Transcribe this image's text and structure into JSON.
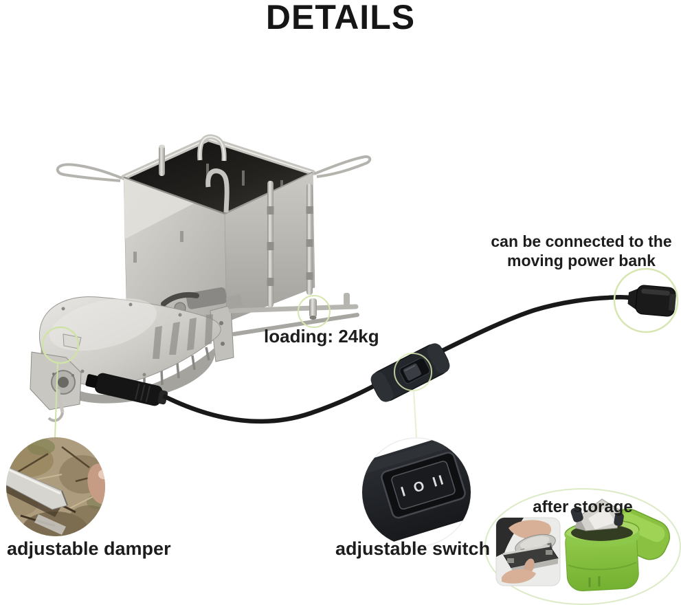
{
  "title": "DETAILS",
  "callouts": {
    "power_bank": {
      "line1": "can be connected to the",
      "line2": "moving power bank"
    },
    "loading": "loading: 24kg",
    "damper": "adjustable damper",
    "switch": "adjustable switch",
    "storage": "after storage"
  },
  "switch_inset": {
    "markings": "I O II"
  },
  "colors": {
    "background": "#ffffff",
    "text": "#1d1d1d",
    "annotation_green": "#cfe3a8",
    "case_green": "#8bc53f",
    "cable_black": "#191919",
    "steel_light": "#d6d4cf",
    "steel_mid": "#b9b7b2",
    "steel_dark": "#8f8d88"
  }
}
